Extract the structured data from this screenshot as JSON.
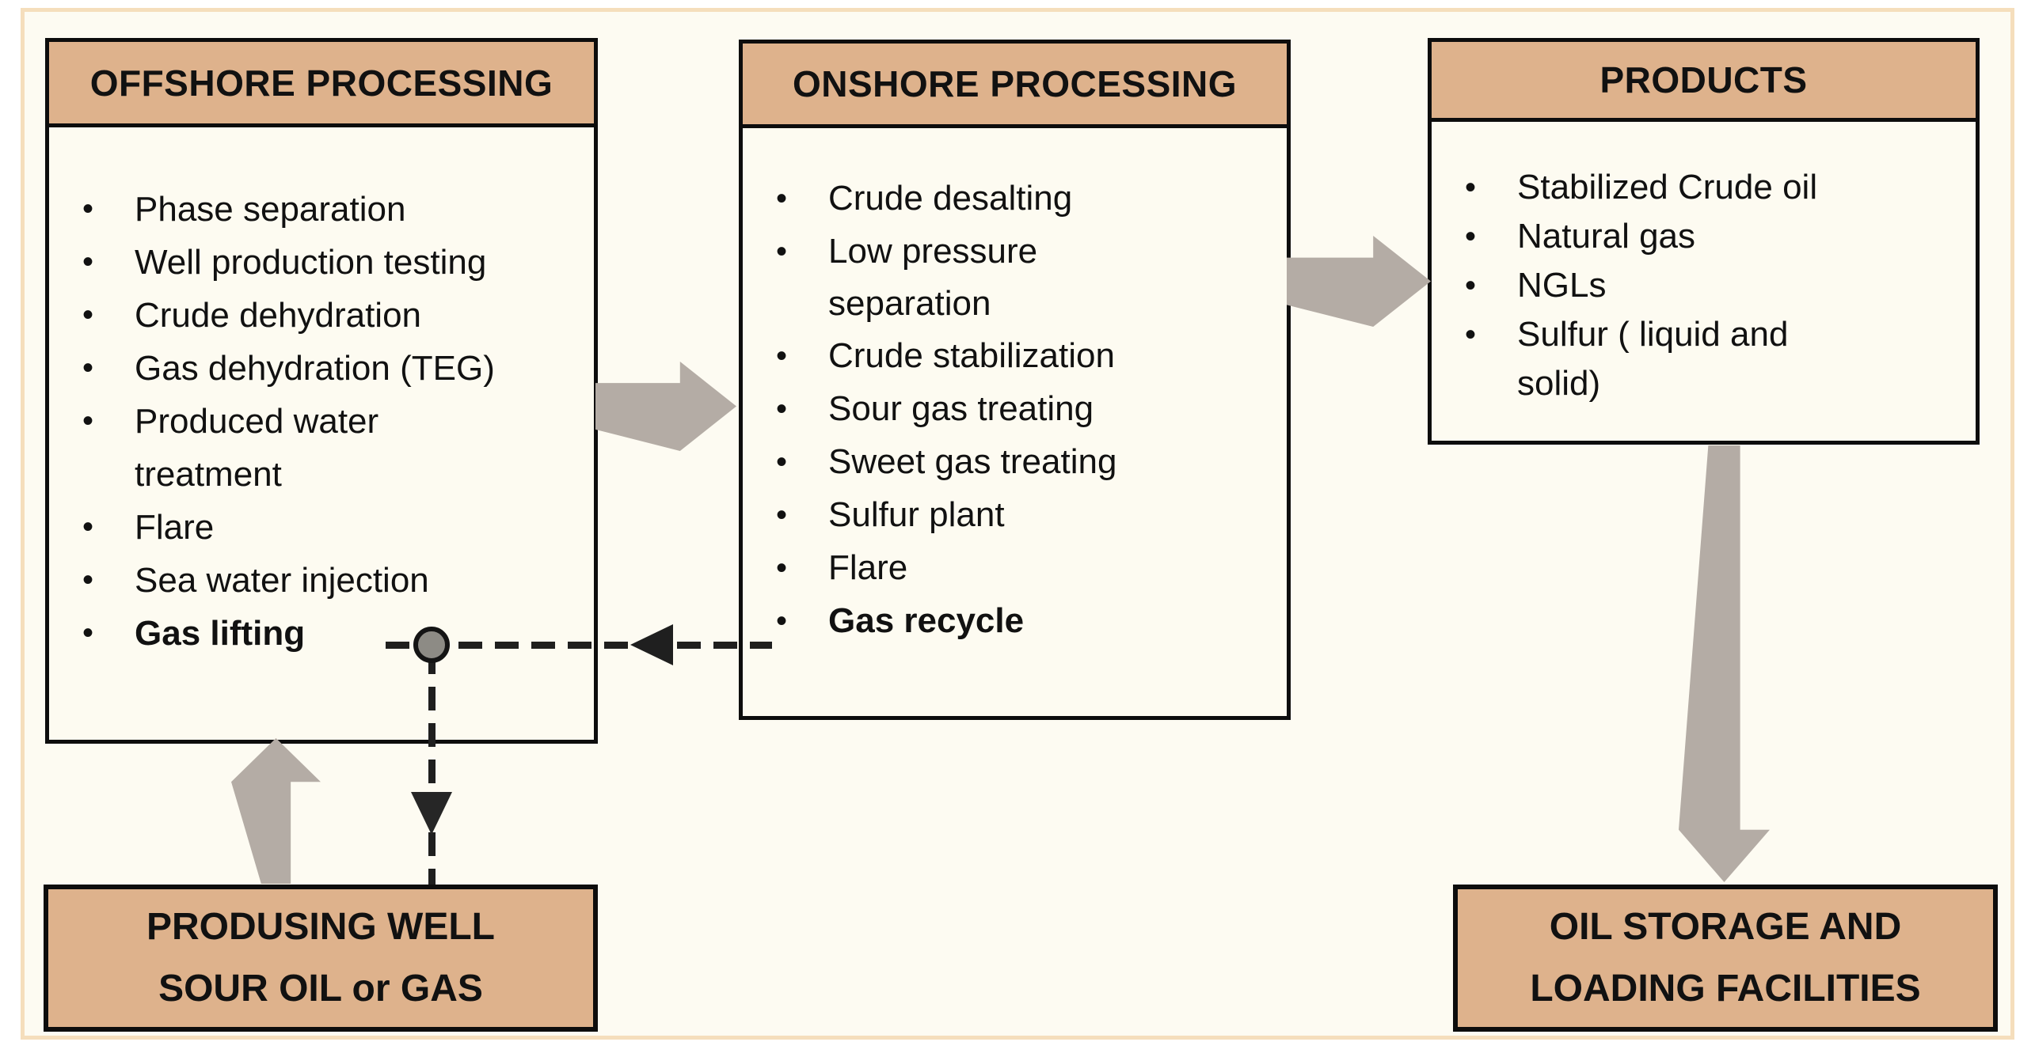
{
  "diagram": {
    "boxes": {
      "offshore": {
        "title": "OFFSHORE PROCESSING",
        "items": [
          "Phase separation",
          "Well production testing",
          "Crude dehydration",
          "Gas dehydration (TEG)",
          "Produced water\ntreatment",
          "Flare",
          "Sea water injection",
          "Gas lifting"
        ]
      },
      "onshore": {
        "title": "ONSHORE PROCESSING",
        "items": [
          "Crude desalting",
          "Low pressure\nseparation",
          "Crude stabilization",
          "Sour gas treating",
          "Sweet gas treating",
          "Sulfur plant",
          "Flare",
          "Gas recycle"
        ]
      },
      "products": {
        "title": "PRODUCTS",
        "items": [
          "Stabilized Crude oil",
          "Natural gas",
          "NGLs",
          "Sulfur ( liquid and\nsolid)"
        ]
      },
      "producing_well": {
        "label": "PRODUSING WELL\nSOUR OIL or GAS"
      },
      "oil_storage": {
        "label": "OIL STORAGE AND\nLOADING FACILITIES"
      }
    },
    "bullet_glyph": "•",
    "colors": {
      "header_fill": "#deb28c",
      "box_fill": "#fdfbf1",
      "canvas_fill": "#fdfbf2",
      "frame_border": "#f5debc",
      "arrow_gray": "#b4aca5",
      "dash_black": "#1f1f1f",
      "node_gray": "#8d8b85"
    }
  }
}
